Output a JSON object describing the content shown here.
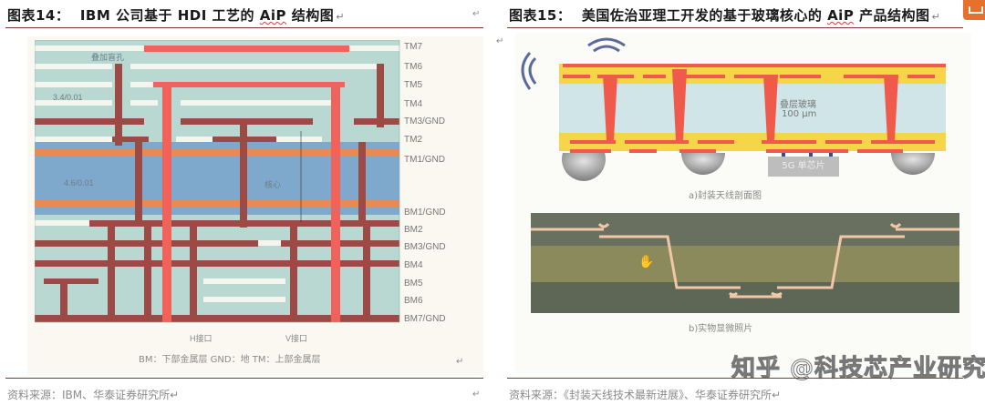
{
  "left": {
    "caption_prefix": "图表14：",
    "caption_main": "IBM 公司基于 HDI 工艺的 ",
    "caption_aip": "AiP",
    "caption_suffix": " 结构图",
    "return_mark": "↵",
    "source": "资料来源：IBM、华泰证券研究所↵",
    "figure": {
      "layers": [
        "TM7",
        "TM6",
        "TM5",
        "TM4",
        "TM3/GND",
        "TM2",
        "TM1/GND",
        "BM1/GND",
        "BM2",
        "BM3/GND",
        "BM4",
        "BM5",
        "BM6",
        "BM7/GND"
      ],
      "annotations": {
        "stacked_via": "叠加盲孔",
        "dielectric_top": "3.4/0.01",
        "dielectric_core": "4.6/0.01",
        "core": "核心",
        "h_port": "H接口",
        "v_port": "V接口"
      },
      "legend": "BM：下部金属层    GND：地    TM：上部金属层"
    },
    "colors": {
      "dielectric": "#b9d8d2",
      "core": "#7fa9cc",
      "copper": "#9b4a45",
      "feed": "#f0625a",
      "gnd": "#e98a55",
      "white": "#f5f5f0"
    }
  },
  "right": {
    "caption_prefix": "图表15：",
    "caption_main": "美国佐治亚理工开发的基于玻璃核心的 ",
    "caption_aip": "AiP",
    "caption_suffix": " 产品结构图",
    "return_mark": "↵",
    "source": "资料来源：《封装天线技术最新进展》、华泰证券研究所↵",
    "figure_a": {
      "glass_label": "叠层玻璃",
      "thickness": "100 μm",
      "chip_label": "5G 单芯片",
      "caption": "a)封装天线剖面图"
    },
    "figure_b": {
      "caption": "b)实物显微照片"
    },
    "watermark": "知乎 @科技芯产业研究",
    "colors": {
      "yellow": "#f6d648",
      "glass": "#cfe5e8",
      "red": "#ef5a4c",
      "ball": "#9a9a9a",
      "wave": "#5a6a9a"
    }
  }
}
